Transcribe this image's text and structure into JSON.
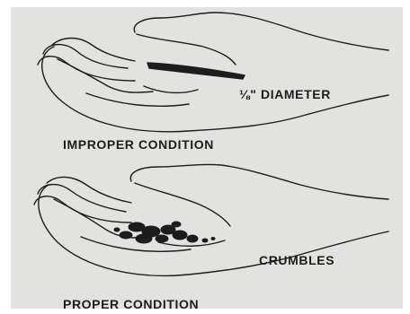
{
  "figure": {
    "top_panel": {
      "measurement_label": "⅛\" DIAMETER",
      "condition_label": "IMPROPER CONDITION"
    },
    "bottom_panel": {
      "measurement_label": "CRUMBLES",
      "condition_label": "PROPER CONDITION"
    }
  },
  "colors": {
    "background": "#e2e2e0",
    "ink": "#1c1c1c"
  },
  "icons": [
    "open-hand-with-rolled-thread",
    "open-hand-with-crumbled-soil"
  ]
}
